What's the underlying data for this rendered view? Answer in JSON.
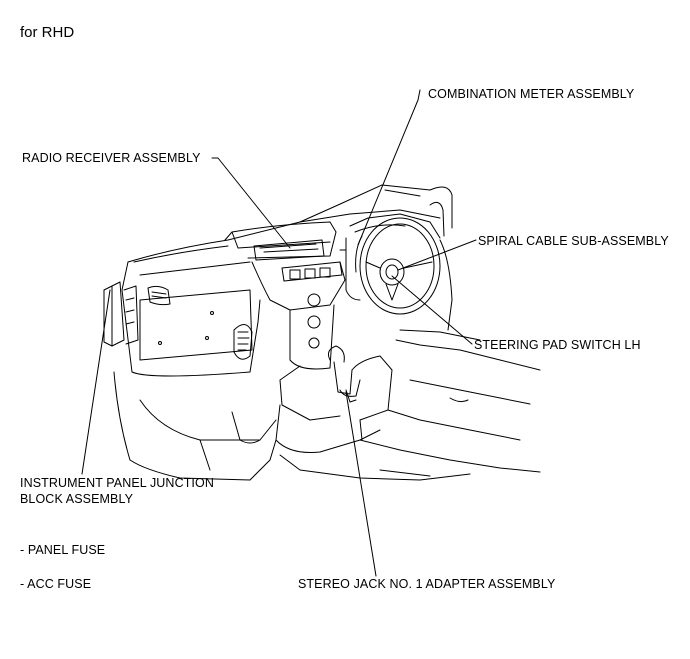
{
  "title": "for RHD",
  "labels": {
    "combination_meter": "COMBINATION METER ASSEMBLY",
    "radio_receiver": "RADIO RECEIVER ASSEMBLY",
    "spiral_cable": "SPIRAL CABLE SUB-ASSEMBLY",
    "steering_pad_switch": "STEERING PAD SWITCH LH",
    "junction_block_line1": "INSTRUMENT PANEL JUNCTION",
    "junction_block_line2": "BLOCK ASSEMBLY",
    "panel_fuse": "- PANEL FUSE",
    "acc_fuse": "- ACC FUSE",
    "stereo_jack": "STEREO JACK NO. 1 ADAPTER ASSEMBLY"
  },
  "colors": {
    "line": "#000000",
    "background": "#ffffff"
  }
}
